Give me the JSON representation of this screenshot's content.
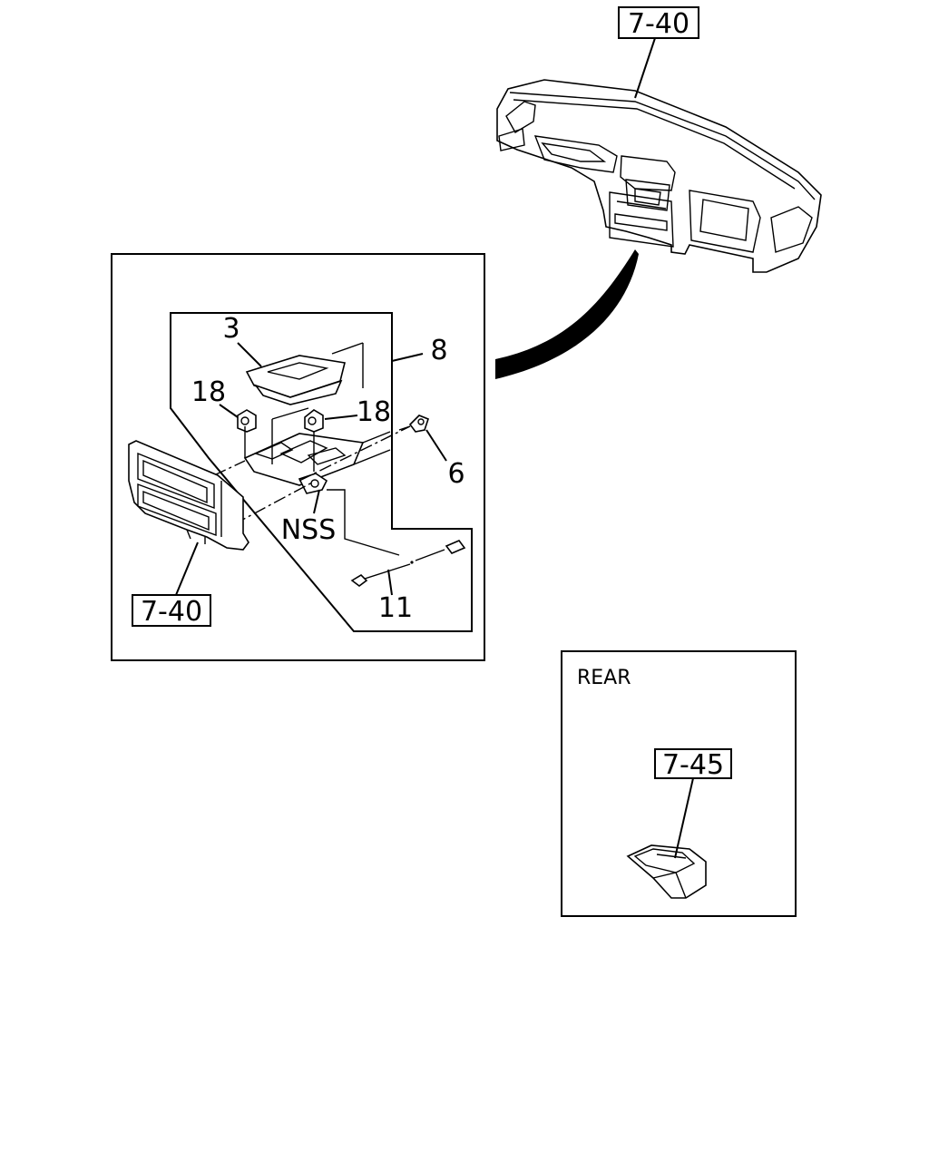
{
  "callouts": {
    "dash_ref_top": "7-40",
    "dash_ref_detail": "7-40",
    "rear_ref": "7-45",
    "part_3": "3",
    "part_8": "8",
    "part_18_left": "18",
    "part_18_right": "18",
    "part_6": "6",
    "part_nss": "NSS",
    "part_11": "11"
  },
  "rear_box": {
    "title": "REAR"
  }
}
